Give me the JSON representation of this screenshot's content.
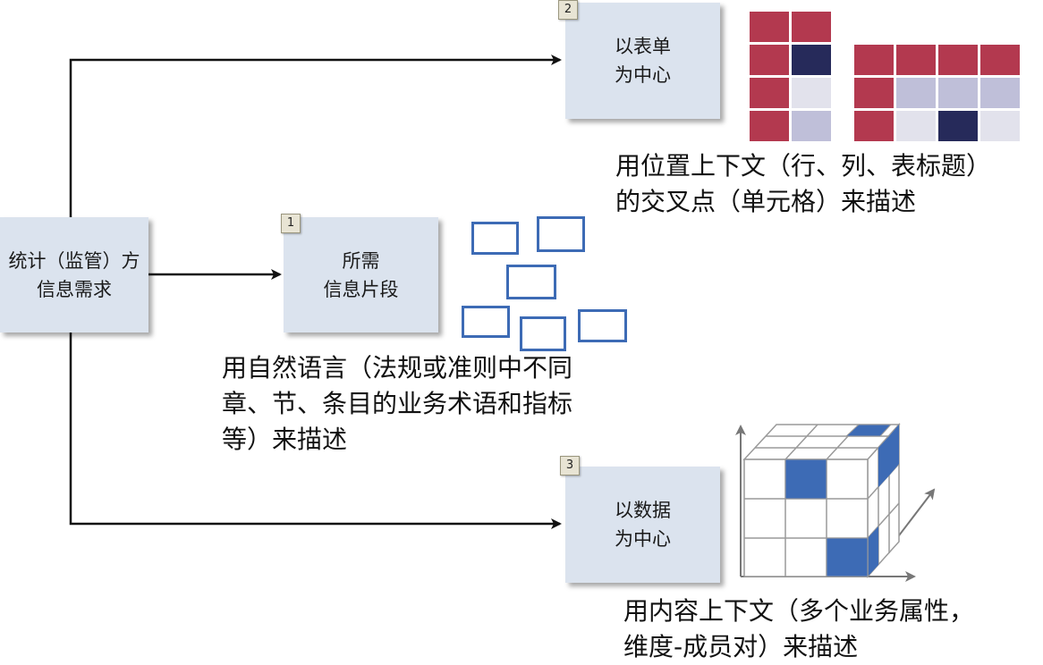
{
  "source": {
    "line1": "统计（监管）方",
    "line2": "信息需求"
  },
  "nodes": [
    {
      "badge": "1",
      "line1": "所需",
      "line2": "信息片段"
    },
    {
      "badge": "2",
      "line1": "以表单",
      "line2": "为中心"
    },
    {
      "badge": "3",
      "line1": "以数据",
      "line2": "为中心"
    }
  ],
  "captions": {
    "fragment": [
      "用自然语言（法规或准则中不同",
      "章、节、条目的业务术语和指标",
      "等）来描述"
    ],
    "form": [
      "用位置上下文（行、列、表标题）",
      "的交叉点（单元格）来描述"
    ],
    "data": [
      "用内容上下文（多个业务属性，",
      "维度-成员对）来描述"
    ]
  },
  "colors": {
    "box": "#dbe3ee",
    "red": "#b3394f",
    "navy": "#262a5a",
    "blue": "#3d6bb5"
  }
}
